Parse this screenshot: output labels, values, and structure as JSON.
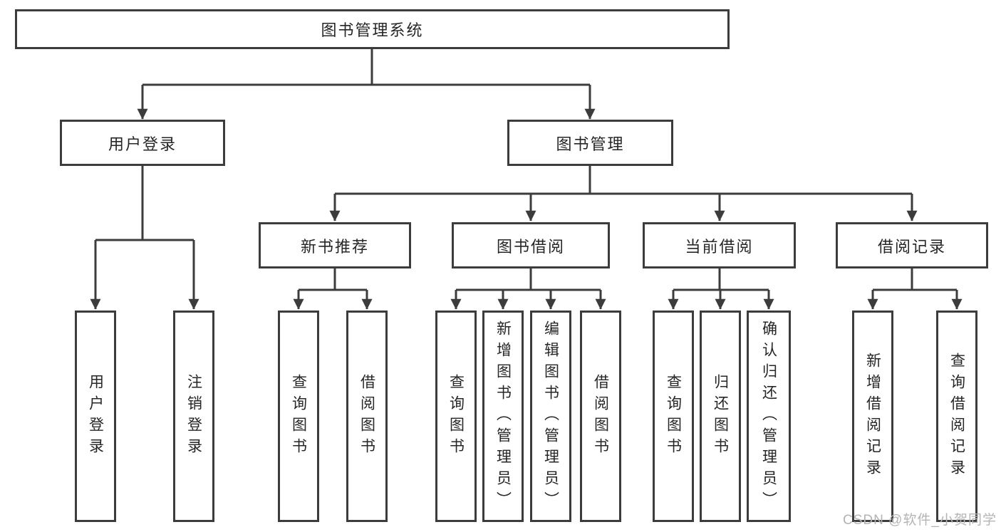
{
  "diagram": {
    "root": "图书管理系统",
    "login": {
      "label": "用户登录",
      "children": [
        "用户登录",
        "注销登录"
      ]
    },
    "management": {
      "label": "图书管理",
      "sections": [
        {
          "label": "新书推荐",
          "children": [
            "查询图书",
            "借阅图书"
          ]
        },
        {
          "label": "图书借阅",
          "children": [
            "查询图书",
            "新增图书（管理员）",
            "编辑图书（管理员）",
            "借阅图书"
          ]
        },
        {
          "label": "当前借阅",
          "children": [
            "查询图书",
            "归还图书",
            "确认归还（管理员）"
          ]
        },
        {
          "label": "借阅记录",
          "children": [
            "新增借阅记录",
            "查询借阅记录"
          ]
        }
      ]
    }
  },
  "watermark": {
    "text": "CSDN @软件_小贺同学"
  },
  "colors": {
    "line": "#3c3c3c",
    "box_border": "#3c3c3c",
    "text": "#262626",
    "background": "#ffffff",
    "watermark": "#b4b4b4"
  }
}
